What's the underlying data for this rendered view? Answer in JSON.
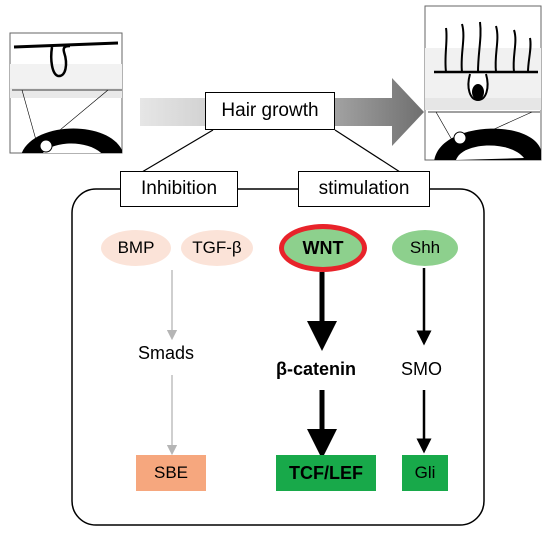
{
  "title_label": "Hair growth",
  "branches": {
    "inhibition": "Inhibition",
    "stimulation": "stimulation"
  },
  "inhibition_pathway": {
    "ligand_1": "BMP",
    "ligand_2": "TGF-β",
    "mediator": "Smads",
    "element": "SBE"
  },
  "wnt_pathway": {
    "ligand": "WNT",
    "mediator": "β-catenin",
    "target": "TCF/LEF"
  },
  "shh_pathway": {
    "ligand": "Shh",
    "mediator": "SMO",
    "target": "Gli"
  },
  "colors": {
    "inhibitor_oval": "#fbe3d8",
    "sbe_box": "#f6a77e",
    "stim_oval": "#8dd08d",
    "target_box": "#18a94a",
    "highlight_ring": "#e8232a",
    "progress_arrow_light": "#dcdcdc",
    "progress_arrow_dark": "#6f6f6f"
  }
}
